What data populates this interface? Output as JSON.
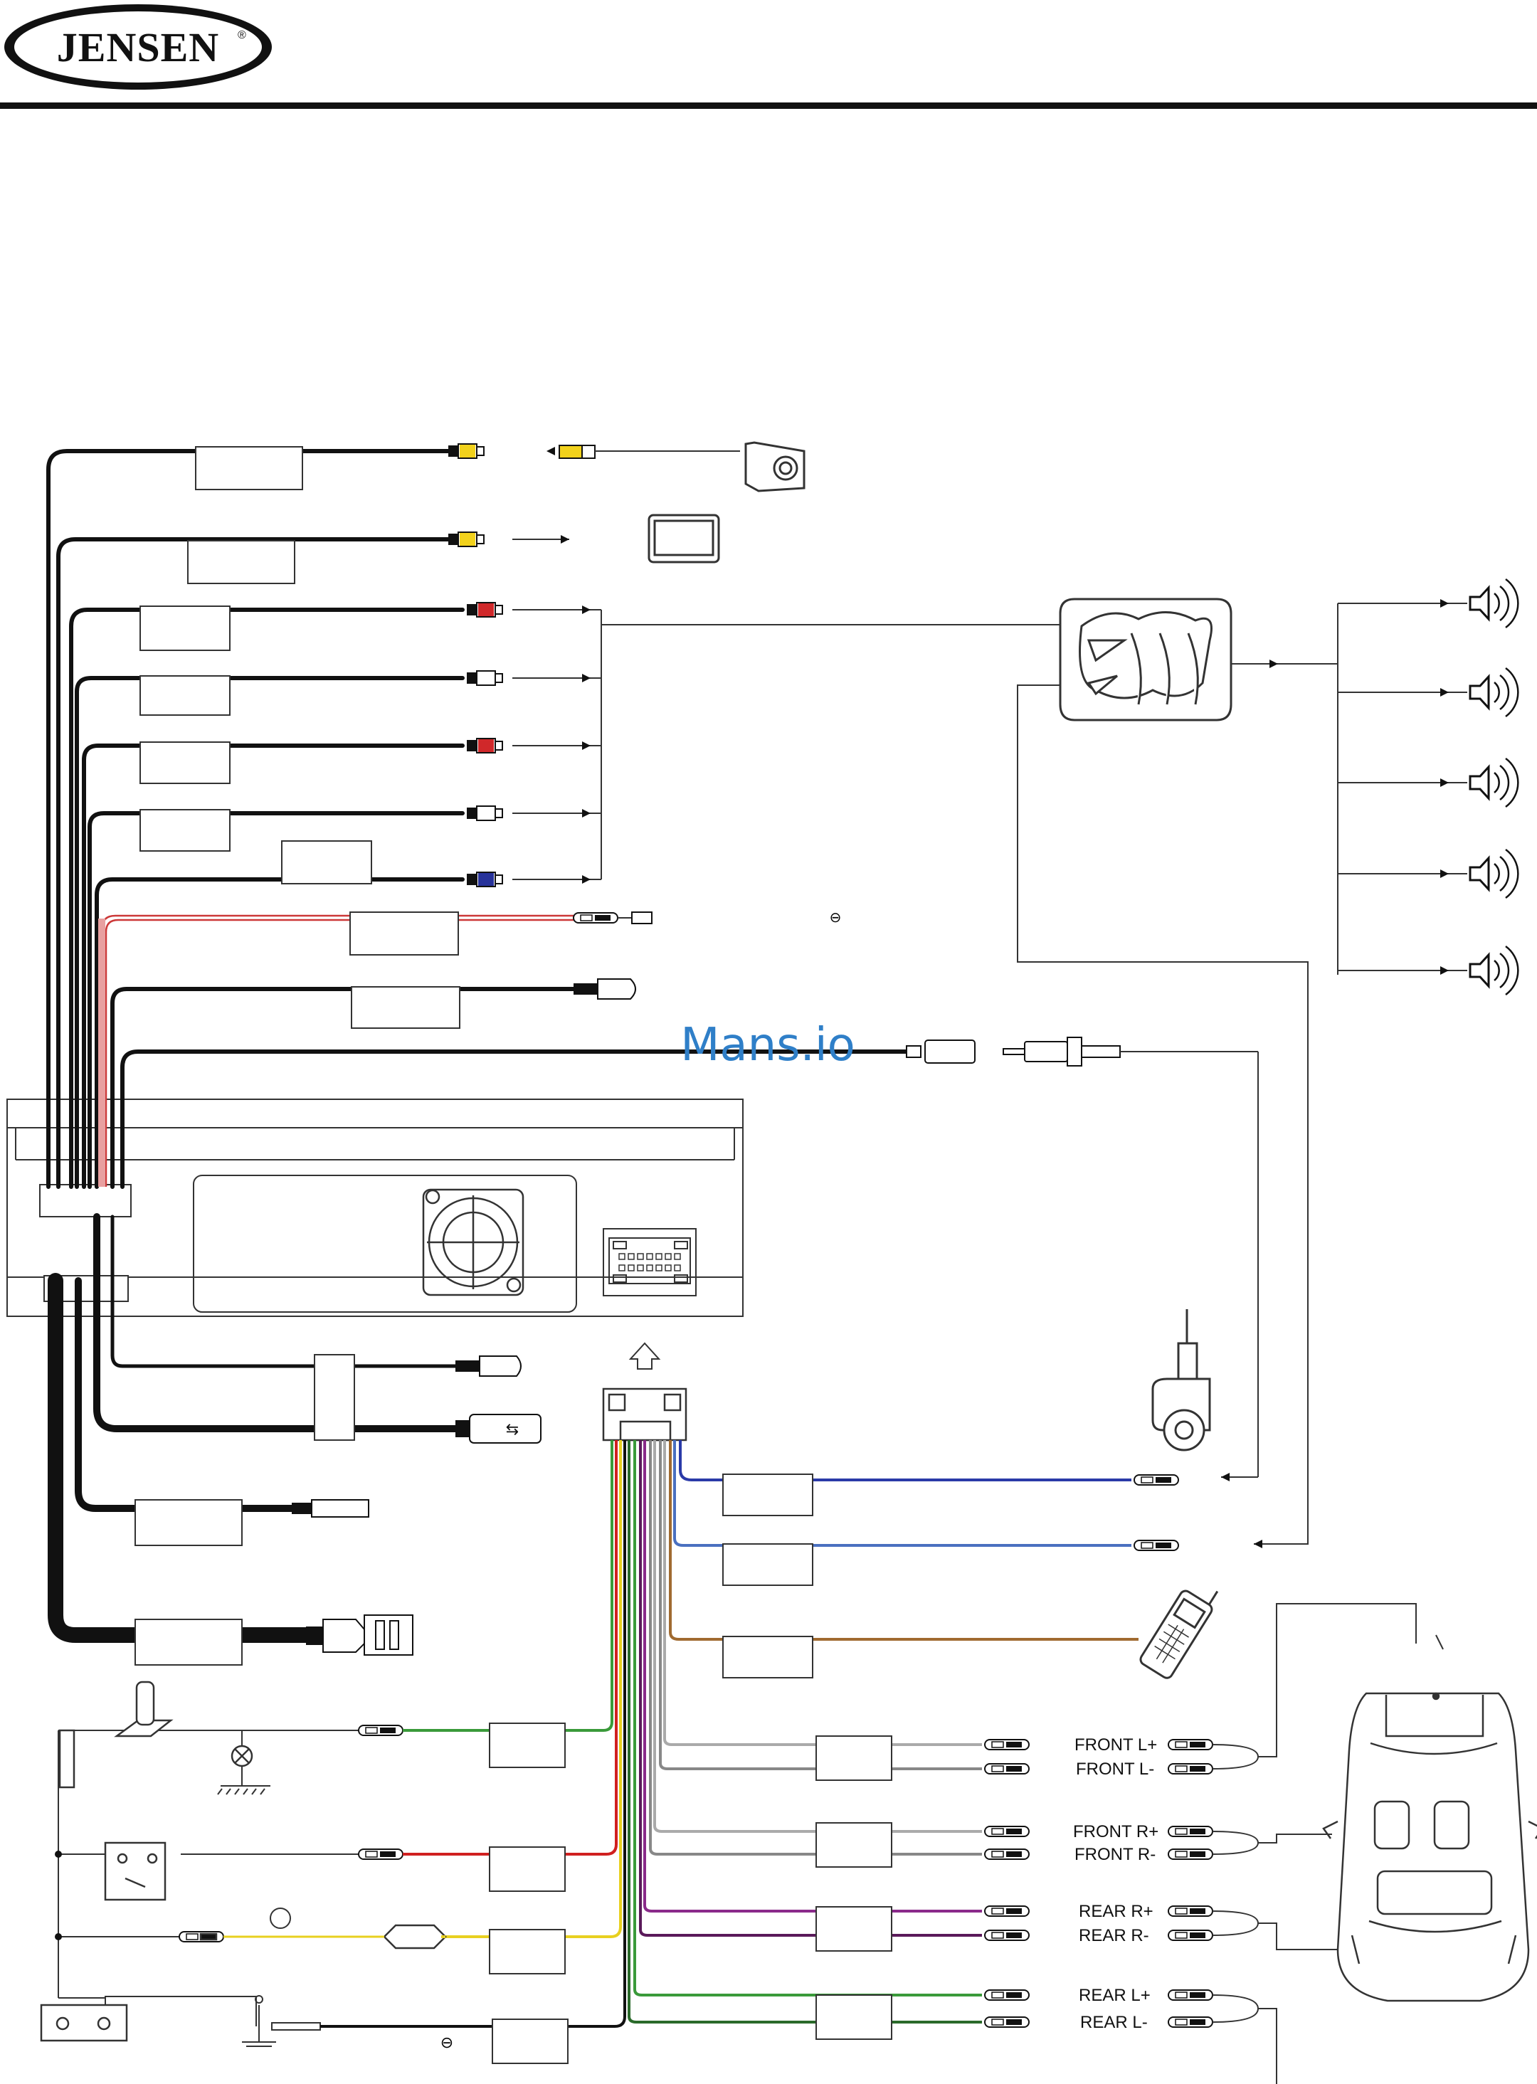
{
  "header": {
    "logo_text": "JENSEN",
    "logo_mark": "®"
  },
  "watermark": "Mans.io",
  "speaker_labels": {
    "front_l_pos": "FRONT L+",
    "front_l_neg": "FRONT L-",
    "front_r_pos": "FRONT R+",
    "front_r_neg": "FRONT R-",
    "rear_r_pos": "REAR R+",
    "rear_r_neg": "REAR R-",
    "rear_l_pos": "REAR L+",
    "rear_l_neg": "REAR L-"
  },
  "icons": [
    "jensen-logo-icon",
    "rear-camera-icon",
    "video-monitor-icon",
    "amplifier-icon",
    "speaker-icon",
    "rca-connector-icon",
    "usb-icon",
    "antenna-icon",
    "mobile-phone-icon",
    "car-topview-icon",
    "gear-shifter-icon",
    "lamp-icon",
    "ignition-key-icon",
    "battery-icon",
    "ground-icon"
  ],
  "colors": {
    "wire_black": "#111111",
    "rca_red": "#d0282a",
    "rca_white": "#ffffff",
    "rca_yellow": "#f2d21c",
    "rca_blue": "#27329a",
    "wire_pink": "#e07a7a",
    "wire_blue": "#2a3aa8",
    "wire_lightblue": "#4a70c0",
    "wire_brown": "#a06a30",
    "wire_green": "#3a9a3a",
    "wire_yellow": "#e8d020",
    "wire_red": "#d02020",
    "wire_gray": "#9a9a9a",
    "wire_purple": "#8a2a8a",
    "watermark_blue": "#2f7fc8"
  }
}
